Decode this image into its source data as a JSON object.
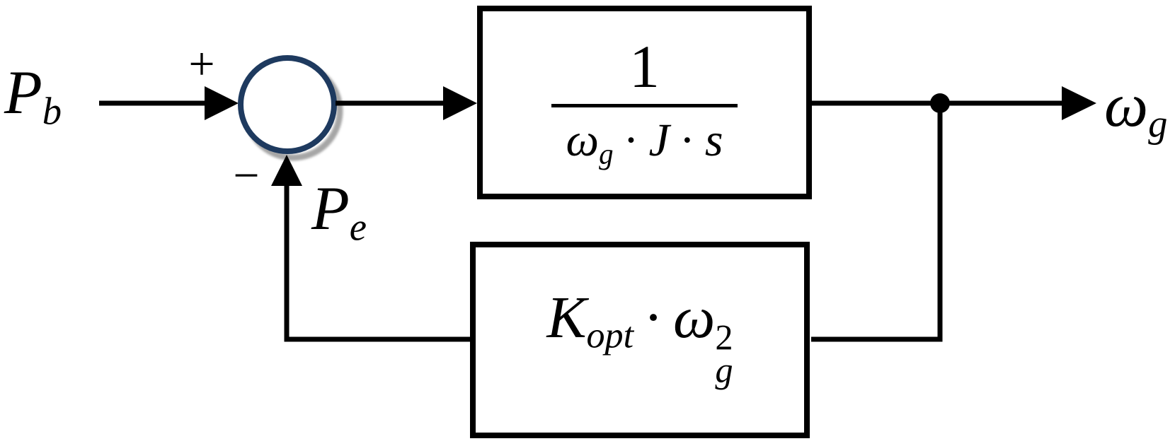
{
  "colors": {
    "line": "#000000",
    "background": "#ffffff",
    "sum_circle_stroke": "#1e3a5f",
    "sum_circle_shadow": "#a6a6a6"
  },
  "labels": {
    "input": {
      "base": "P",
      "sub": "b"
    },
    "feedback": {
      "base": "P",
      "sub": "e"
    },
    "output": {
      "base": "ω",
      "sub": "g"
    },
    "plus_sign": "+",
    "minus_sign": "−"
  },
  "blocks": {
    "integrator": {
      "expression": "1 / (ω_g · J · s)",
      "numerator": "1",
      "denominator": {
        "omega": "ω",
        "omega_sub": "g",
        "dot1": "·",
        "inertia": "J",
        "dot2": "·",
        "laplace": "s"
      }
    },
    "gain": {
      "expression": "K_opt · ω_g²",
      "k": "K",
      "k_sub": "opt",
      "dot": "·",
      "omega": "ω",
      "omega_sub": "g",
      "omega_sup": "2"
    }
  }
}
